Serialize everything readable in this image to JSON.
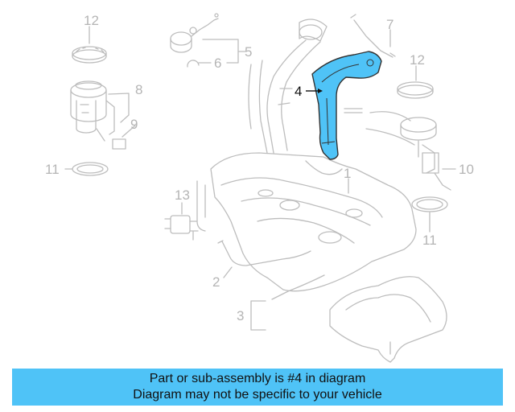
{
  "colors": {
    "highlight": "#4fc3f7",
    "banner": "#4fc3f7",
    "line_gray": "#bdbdbd",
    "callout_gray": "#b5b5b5"
  },
  "callouts": [
    {
      "id": "c1",
      "label": "1"
    },
    {
      "id": "c2",
      "label": "2"
    },
    {
      "id": "c3",
      "label": "3"
    },
    {
      "id": "c4",
      "label": "4"
    },
    {
      "id": "c5",
      "label": "5"
    },
    {
      "id": "c6",
      "label": "6"
    },
    {
      "id": "c7",
      "label": "7"
    },
    {
      "id": "c8",
      "label": "8"
    },
    {
      "id": "c9",
      "label": "9"
    },
    {
      "id": "c10",
      "label": "10"
    },
    {
      "id": "c11a",
      "label": "11"
    },
    {
      "id": "c11b",
      "label": "11"
    },
    {
      "id": "c12a",
      "label": "12"
    },
    {
      "id": "c12b",
      "label": "12"
    },
    {
      "id": "c13",
      "label": "13"
    }
  ],
  "highlighted_part": "4",
  "banner": {
    "line1": "Part or sub-assembly is #4 in diagram",
    "line2": "Diagram may not be specific to your vehicle"
  }
}
